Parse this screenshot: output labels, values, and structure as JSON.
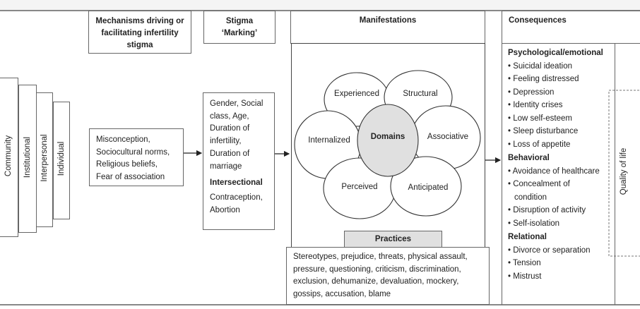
{
  "headers": {
    "mechanisms": "Mechanisms driving or facilitating infertility stigma",
    "stigma": "Stigma ‘Marking’",
    "manifestations": "Manifestations",
    "consequences": "Consequences"
  },
  "levels": [
    "Community",
    "Institutional",
    "Interpersonal",
    "Individual"
  ],
  "mechanisms_items": [
    "Misconception,",
    "Sociocultural norms,",
    "Religious beliefs,",
    "Fear of association"
  ],
  "marking": {
    "items": [
      "Gender, Social",
      "class, Age,",
      "Duration of",
      "infertility,",
      "Duration of",
      "marriage"
    ],
    "intersectional_heading": "Intersectional",
    "intersectional_items": [
      "Contraception,",
      "Abortion"
    ]
  },
  "domains": {
    "center": "Domains",
    "petals": [
      "Experienced",
      "Structural",
      "Internalized",
      "Associative",
      "Perceived",
      "Anticipated"
    ]
  },
  "practices": {
    "heading": "Practices",
    "lines": [
      "Stereotypes, prejudice, threats, physical assault,",
      "pressure, questioning, criticism, discrimination,",
      "exclusion, dehumanize, devaluation, mockery,",
      "gossips, accusation, blame"
    ]
  },
  "consequences": {
    "psychological": {
      "heading": "Psychological/emotional",
      "items": [
        "Suicidal ideation",
        "Feeling distressed",
        "Depression",
        "Identity crises",
        "Low self-esteem",
        "Sleep disturbance",
        "Loss of appetite"
      ]
    },
    "behavioral": {
      "heading": "Behavioral",
      "items": [
        "Avoidance of healthcare",
        "Concealment of",
        "condition",
        "Disruption of activity",
        "Self-isolation"
      ]
    },
    "relational": {
      "heading": "Relational",
      "items": [
        "Divorce or separation",
        "Tension",
        "Mistrust"
      ]
    }
  },
  "quality_of_life": "Quality of life",
  "colors": {
    "domain_fill": "#e0e0e0",
    "practices_fill": "#e0e0e0",
    "border": "#666666"
  }
}
